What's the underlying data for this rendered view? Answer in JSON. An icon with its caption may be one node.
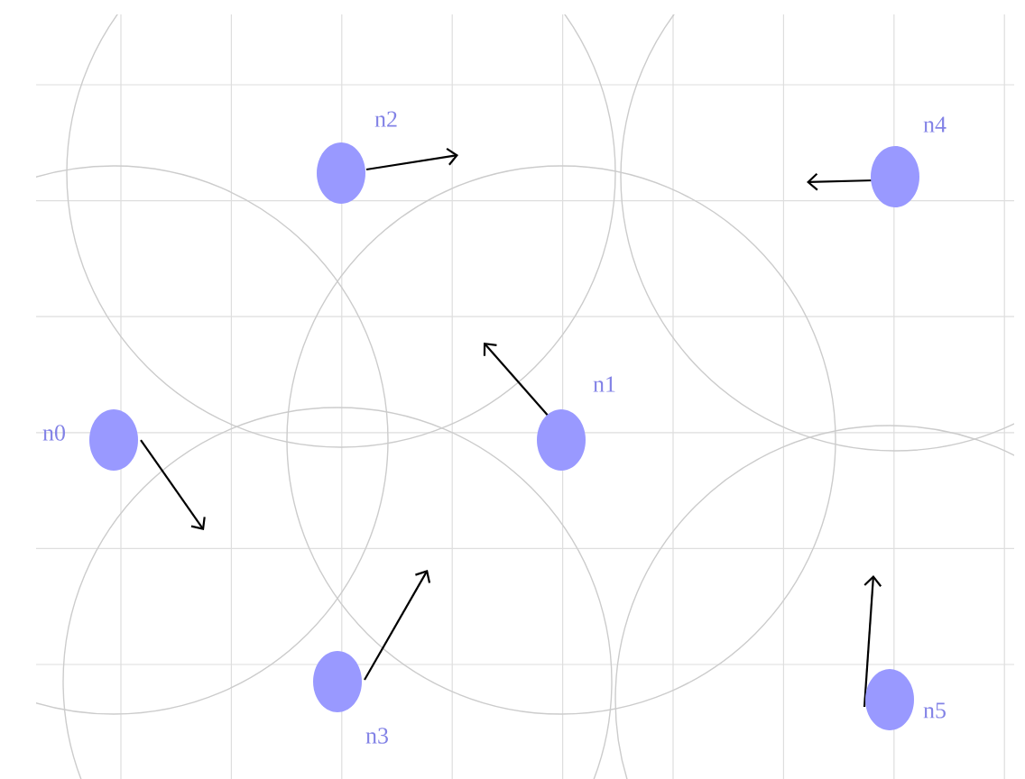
{
  "diagram": {
    "nodes": [
      {
        "text": [],
        "shape": "circle",
        "beside": [
          "n0"
        ]
      },
      {
        "text": [],
        "shape": "circle",
        "beside": [
          "n1"
        ]
      },
      {
        "text": [],
        "shape": "circle",
        "beside": [
          "n2"
        ]
      },
      {
        "text": [],
        "shape": "circle",
        "beside": [
          "n3"
        ]
      },
      {
        "text": [],
        "shape": "circle",
        "beside": [
          "n4"
        ]
      },
      {
        "text": [],
        "shape": "circle",
        "beside": [
          "n5"
        ]
      }
    ]
  }
}
